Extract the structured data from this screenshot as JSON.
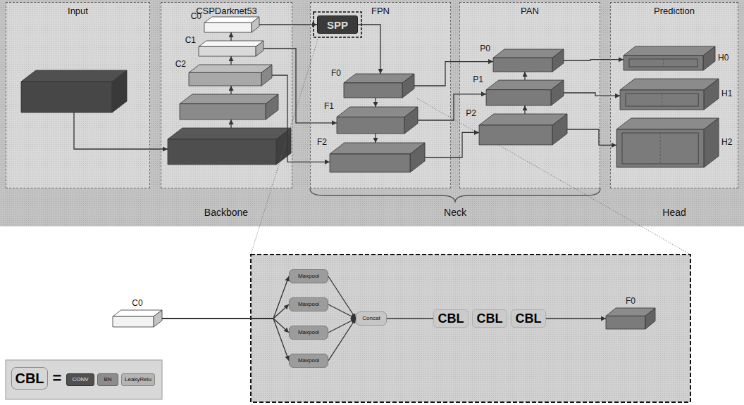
{
  "diagram": {
    "nodes": [
      {
        "text": [
          "Input"
        ]
      },
      {
        "text": [
          "CSPDarknet53"
        ]
      },
      {
        "text": [
          "C0"
        ],
        "in": 1
      },
      {
        "text": [
          "C1"
        ],
        "in": 1
      },
      {
        "text": [
          "C2"
        ],
        "in": 1
      },
      {
        "text": [
          "FPN"
        ]
      },
      {
        "text": [
          "SPP"
        ],
        "in": 5
      },
      {
        "text": [
          "F0"
        ],
        "in": 5
      },
      {
        "text": [
          "F1"
        ],
        "in": 5
      },
      {
        "text": [
          "F2"
        ],
        "in": 5
      },
      {
        "text": [
          "PAN"
        ]
      },
      {
        "text": [
          "P0"
        ],
        "in": 10
      },
      {
        "text": [
          "P1"
        ],
        "in": 10
      },
      {
        "text": [
          "P2"
        ],
        "in": 10
      },
      {
        "text": [
          "Prediction"
        ]
      },
      {
        "text": [
          "H0"
        ],
        "in": 14
      },
      {
        "text": [
          "H1"
        ],
        "in": 14
      },
      {
        "text": [
          "H2"
        ],
        "in": 14
      },
      {
        "text": [
          "C0"
        ]
      },
      {
        "text": [
          "Maxpool"
        ]
      },
      {
        "text": [
          "Maxpool"
        ]
      },
      {
        "text": [
          "Maxpool"
        ]
      },
      {
        "text": [
          "Maxpool"
        ]
      },
      {
        "text": [
          "Concat"
        ]
      },
      {
        "text": [
          "CBL"
        ]
      },
      {
        "text": [
          "CBL"
        ]
      },
      {
        "text": [
          "CBL"
        ]
      },
      {
        "text": [
          "F0"
        ]
      },
      {
        "text": [
          "CBL"
        ]
      },
      {
        "text": [
          "CONV"
        ]
      },
      {
        "text": [
          "BN"
        ]
      },
      {
        "text": [
          "LeakyRelu"
        ]
      }
    ],
    "edges": [
      {
        "from": 4,
        "to": 3,
        "arrow": "to"
      },
      {
        "from": 3,
        "to": 2,
        "arrow": "to"
      },
      {
        "from": 2,
        "to": 6,
        "arrow": "to"
      },
      {
        "from": 6,
        "to": 7,
        "arrow": "to"
      },
      {
        "from": 3,
        "to": 8,
        "arrow": "to"
      },
      {
        "from": 4,
        "to": 9,
        "arrow": "to"
      },
      {
        "from": 7,
        "to": 8,
        "arrow": "to"
      },
      {
        "from": 8,
        "to": 9,
        "arrow": "to"
      },
      {
        "from": 7,
        "to": 11,
        "arrow": "to"
      },
      {
        "from": 8,
        "to": 12,
        "arrow": "to"
      },
      {
        "from": 9,
        "to": 13,
        "arrow": "to"
      },
      {
        "from": 13,
        "to": 12,
        "arrow": "to"
      },
      {
        "from": 12,
        "to": 11,
        "arrow": "to"
      },
      {
        "from": 11,
        "to": 15,
        "arrow": "to"
      },
      {
        "from": 12,
        "to": 16,
        "arrow": "to"
      },
      {
        "from": 13,
        "to": 17,
        "arrow": "to"
      },
      {
        "from": 18,
        "to": 19,
        "arrow": "to"
      },
      {
        "from": 18,
        "to": 20,
        "arrow": "to"
      },
      {
        "from": 18,
        "to": 21,
        "arrow": "to"
      },
      {
        "from": 18,
        "to": 22,
        "arrow": "to"
      },
      {
        "from": 19,
        "to": 23,
        "arrow": "to"
      },
      {
        "from": 20,
        "to": 23,
        "arrow": "to"
      },
      {
        "from": 21,
        "to": 23,
        "arrow": "to"
      },
      {
        "from": 22,
        "to": 23,
        "arrow": "to"
      },
      {
        "from": 23,
        "to": 24,
        "arrow": "none"
      },
      {
        "from": 26,
        "to": 27,
        "arrow": "to"
      }
    ],
    "labels": [
      "Backbone",
      "Neck",
      "Head",
      "="
    ]
  }
}
